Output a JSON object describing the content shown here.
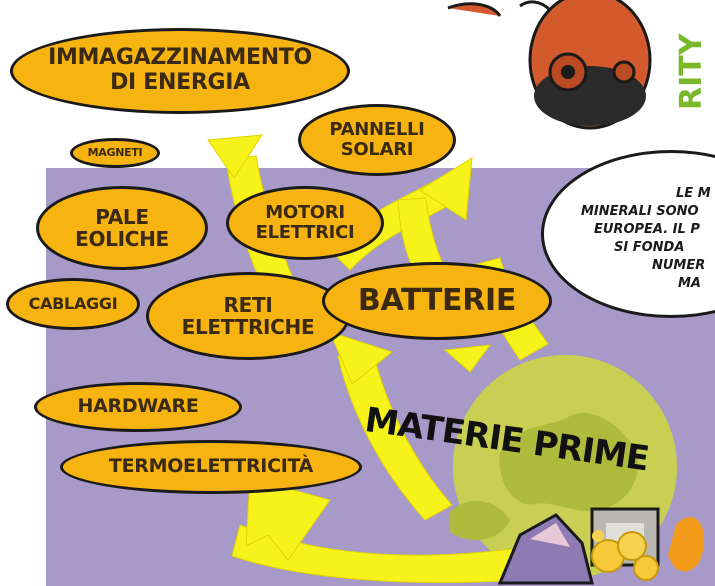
{
  "colors": {
    "bubble_fill": "#f7b30f",
    "panel": "#a79ac9",
    "arrow": "#f7f21a",
    "globe": "#c9cf52",
    "brand": "#78b82a"
  },
  "bubbles": {
    "immagazzinamento": "IMMAGAZZINAMENTO\nDI ENERGIA",
    "pannelli": "PANNELLI\nSOLARI",
    "magneti": "MAGNETI",
    "motori": "MOTORI\nELETTRICI",
    "pale": "PALE\nEOLICHE",
    "cablaggi": "CABLAGGI",
    "reti": "RETI\nELETTRICHE",
    "batterie": "BATTERIE",
    "hardware": "HARDWARE",
    "termo": "TERMOELETTRICITÀ"
  },
  "center_title": "MATERIE PRIME",
  "speech": {
    "line1": "LE M",
    "line2": "MINERALI SONO",
    "line3": "EUROPEA. IL P",
    "line4": "SI FONDA",
    "line5": "NUMER",
    "line6": "MA"
  },
  "brand_text": "RITY",
  "icons": [
    "robot-character-icon",
    "globe-europe-icon",
    "mineral-rocks-icon",
    "gold-nuggets-icon",
    "flame-icon"
  ]
}
